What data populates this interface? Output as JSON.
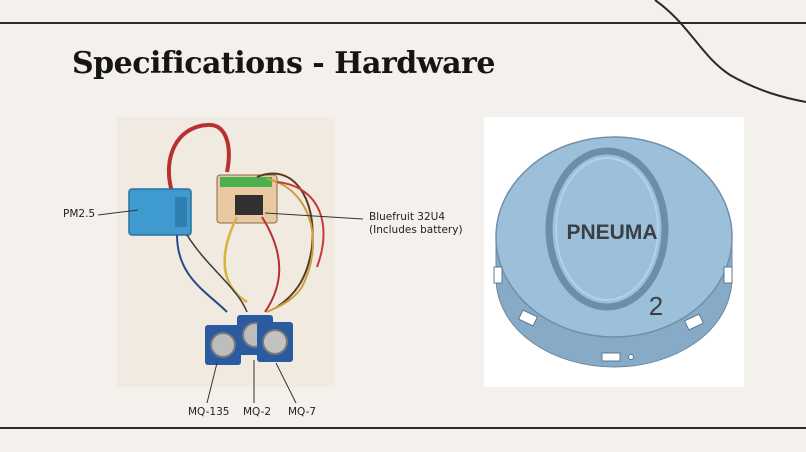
{
  "slide": {
    "title": "Specifications - Hardware"
  },
  "labels": {
    "pm25": "PM2.5",
    "bluefruit_line1": "Bluefruit 32U4",
    "bluefruit_line2": "(Includes battery)",
    "mq135": "MQ-135",
    "mq2": "MQ-2",
    "mq7": "MQ-7"
  },
  "device_render": {
    "logo_text": "PNEUMA",
    "logo_subscript": "2"
  },
  "colors": {
    "background": "#f4f0eb",
    "rule": "#2a2a2a",
    "device_blue": "#8fb4d0"
  }
}
